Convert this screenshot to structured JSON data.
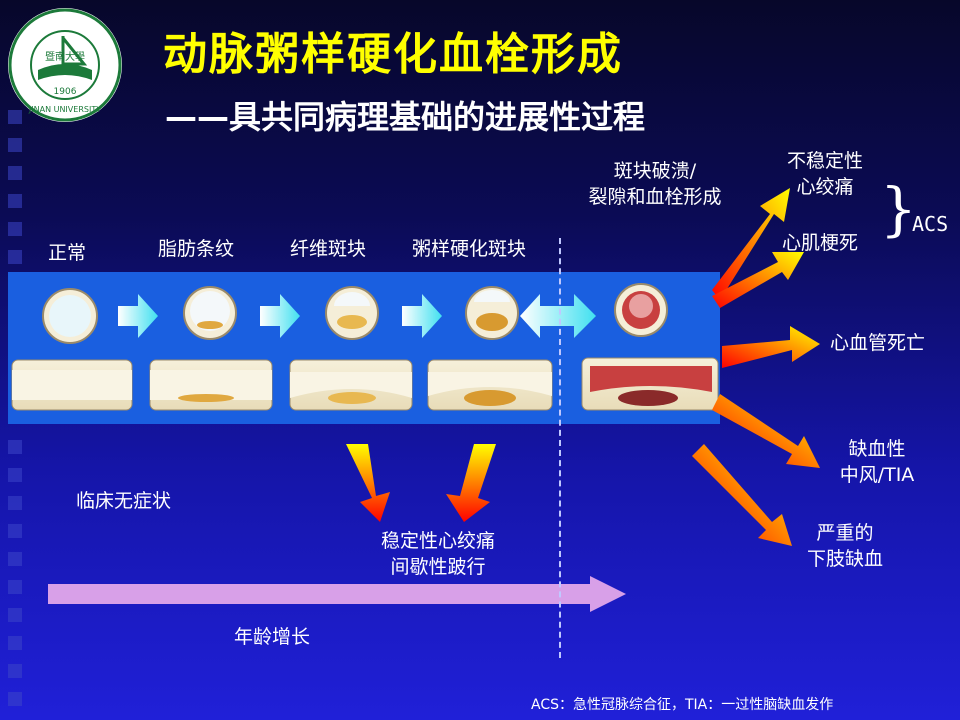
{
  "header": {
    "title": "动脉粥样硬化血栓形成",
    "subtitle": "——具共同病理基础的进展性过程"
  },
  "logo": {
    "top_text": "暨南大學",
    "year": "1906",
    "bottom_text": "JINAN UNIVERSITY"
  },
  "stages": {
    "normal": "正常",
    "fatty_streak": "脂肪条纹",
    "fibrous_plaque": "纤维斑块",
    "atherosclerotic_plaque": "粥样硬化斑块",
    "rupture_line1": "斑块破溃/",
    "rupture_line2": "裂隙和血栓形成"
  },
  "outcomes": {
    "unstable_angina_line1": "不稳定性",
    "unstable_angina_line2": "心绞痛",
    "mi": "心肌梗死",
    "acs": "ACS",
    "cv_death": "心血管死亡",
    "stroke_line1": "缺血性",
    "stroke_line2": "中风/TIA",
    "limb_line1": "严重的",
    "limb_line2": "下肢缺血"
  },
  "clinical": {
    "asymptomatic": "临床无症状",
    "stable_line1": "稳定性心绞痛",
    "stable_line2": "间歇性跛行",
    "age": "年龄增长"
  },
  "footnote": "ACS：急性冠脉综合征，TIA：一过性脑缺血发作",
  "colors": {
    "title": "#ffff00",
    "band": "#1a5fe0",
    "arrow_light": "#ffff00",
    "arrow_dark": "#ff0000",
    "age_arrow": "#d8a0e8"
  }
}
